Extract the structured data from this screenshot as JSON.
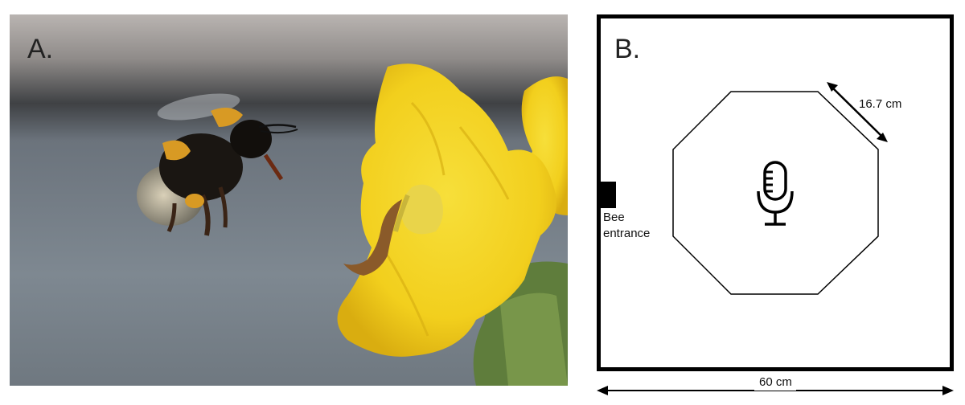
{
  "panel_a": {
    "label": "A."
  },
  "panel_b": {
    "label": "B.",
    "side_length_label": "16.7 cm",
    "entrance_label_line1": "Bee",
    "entrance_label_line2": "entrance",
    "width_label": "60 cm",
    "microphone_icon": "microphone-icon"
  },
  "colors": {
    "flower_yellow": "#f2cf1d",
    "background_gray": "#7f8790",
    "box_border": "#000000"
  }
}
